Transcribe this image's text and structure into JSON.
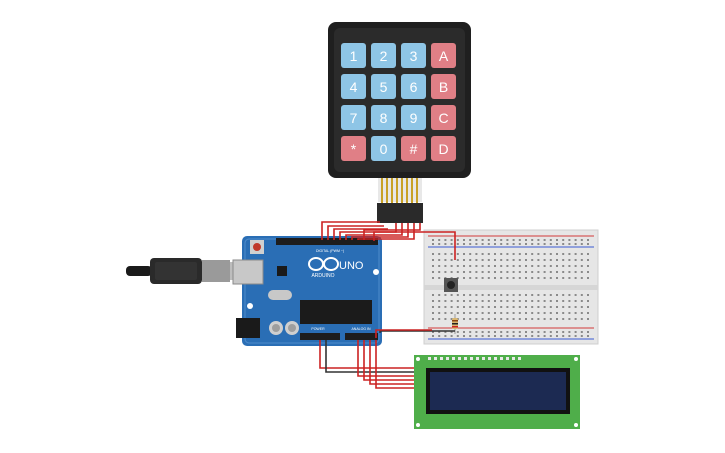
{
  "keypad": {
    "keys": [
      [
        "1",
        "2",
        "3",
        "A"
      ],
      [
        "4",
        "5",
        "6",
        "B"
      ],
      [
        "7",
        "8",
        "9",
        "C"
      ],
      [
        "*",
        "0",
        "#",
        "D"
      ]
    ]
  },
  "arduino": {
    "brand": "ARDUINO",
    "model": "UNO",
    "digital_header_label": "DIGITAL (PWM ~)",
    "power_label": "POWER",
    "analog_label": "ANALOG IN"
  },
  "colors": {
    "wire_red": "#cc2222",
    "wire_black": "#333333",
    "board_blue": "#2a6eb5",
    "key_blue": "#8ec5e6",
    "key_red": "#e07f86",
    "lcd_green": "#4fae4a",
    "lcd_screen": "#1c2a52"
  }
}
